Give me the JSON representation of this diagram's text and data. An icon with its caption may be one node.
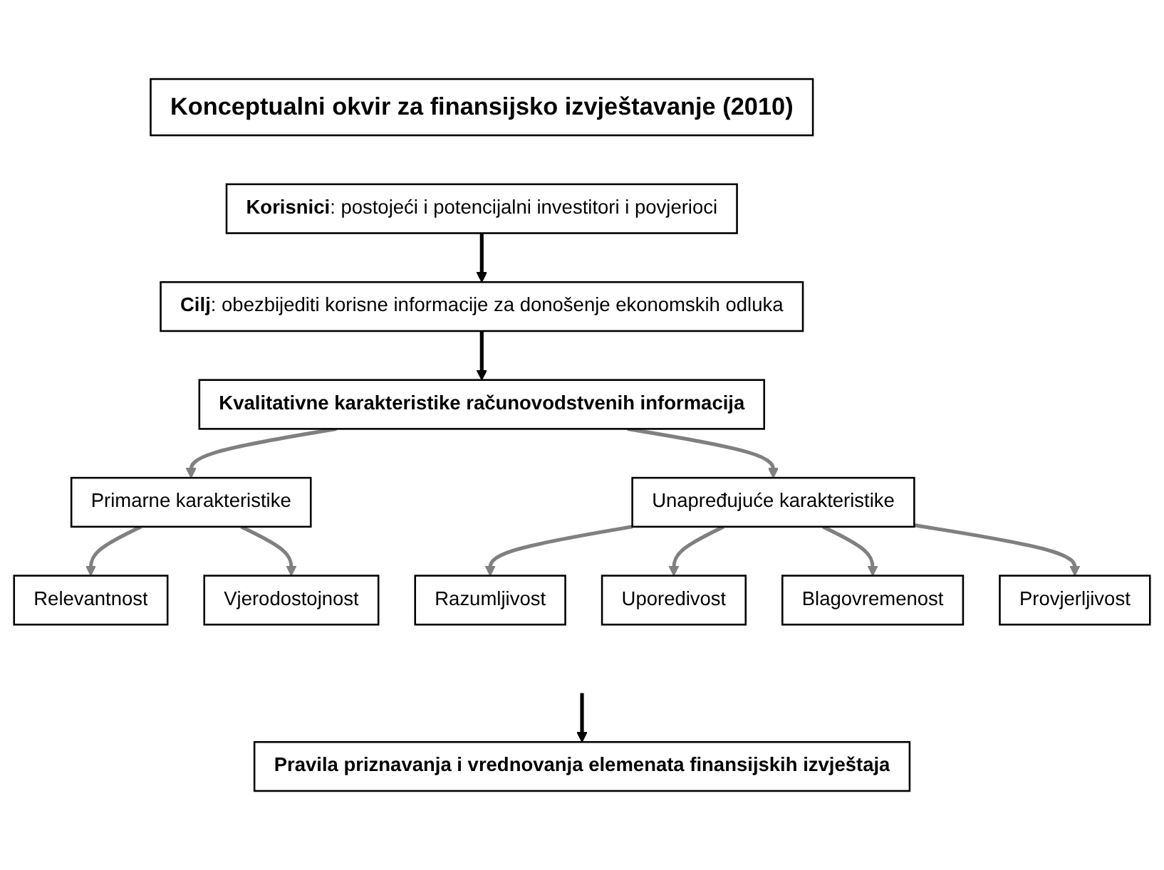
{
  "diagram": {
    "nodes": [
      {
        "text": [
          "Konceptualni okvir za finansijsko izvještavanje (2010)"
        ]
      },
      {
        "text": [
          "**Korisnici**: postojeći i potencijalni investitori i povjerioci"
        ]
      },
      {
        "text": [
          "**Cilj**: obezbijediti korisne informacije za donošenje ekonomskih odluka"
        ]
      },
      {
        "text": [
          "Kvalitativne karakteristike računovodstvenih informacija"
        ]
      },
      {
        "text": [
          "Primarne karakteristike"
        ]
      },
      {
        "text": [
          "Unapređujuće karakteristike"
        ]
      },
      {
        "text": [
          "Relevantnost"
        ]
      },
      {
        "text": [
          "Vjerodostojnost"
        ]
      },
      {
        "text": [
          "Razumljivost"
        ]
      },
      {
        "text": [
          "Uporedivost"
        ]
      },
      {
        "text": [
          "Blagovremenost"
        ]
      },
      {
        "text": [
          "Provjerljivost"
        ]
      },
      {
        "text": [
          "Pravila priznavanja i vrednovanja elemenata finansijskih izvještaja"
        ]
      }
    ],
    "edges": [
      {
        "from": 1,
        "to": 2,
        "arrow": "to",
        "color": "#000000"
      },
      {
        "from": 2,
        "to": 3,
        "arrow": "to",
        "color": "#000000"
      },
      {
        "from": 3,
        "to": 4,
        "arrow": "to"
      },
      {
        "from": 3,
        "to": 5,
        "arrow": "to"
      },
      {
        "from": 4,
        "to": 6,
        "arrow": "to"
      },
      {
        "from": 4,
        "to": 7,
        "arrow": "to"
      },
      {
        "from": 5,
        "to": 8,
        "arrow": "to"
      },
      {
        "from": 5,
        "to": 9,
        "arrow": "to"
      },
      {
        "from": 5,
        "to": 10,
        "arrow": "to"
      },
      {
        "from": 5,
        "to": 11,
        "arrow": "to"
      },
      {
        "from": null,
        "to": 12,
        "arrow": "to",
        "color": "#000000"
      }
    ]
  }
}
